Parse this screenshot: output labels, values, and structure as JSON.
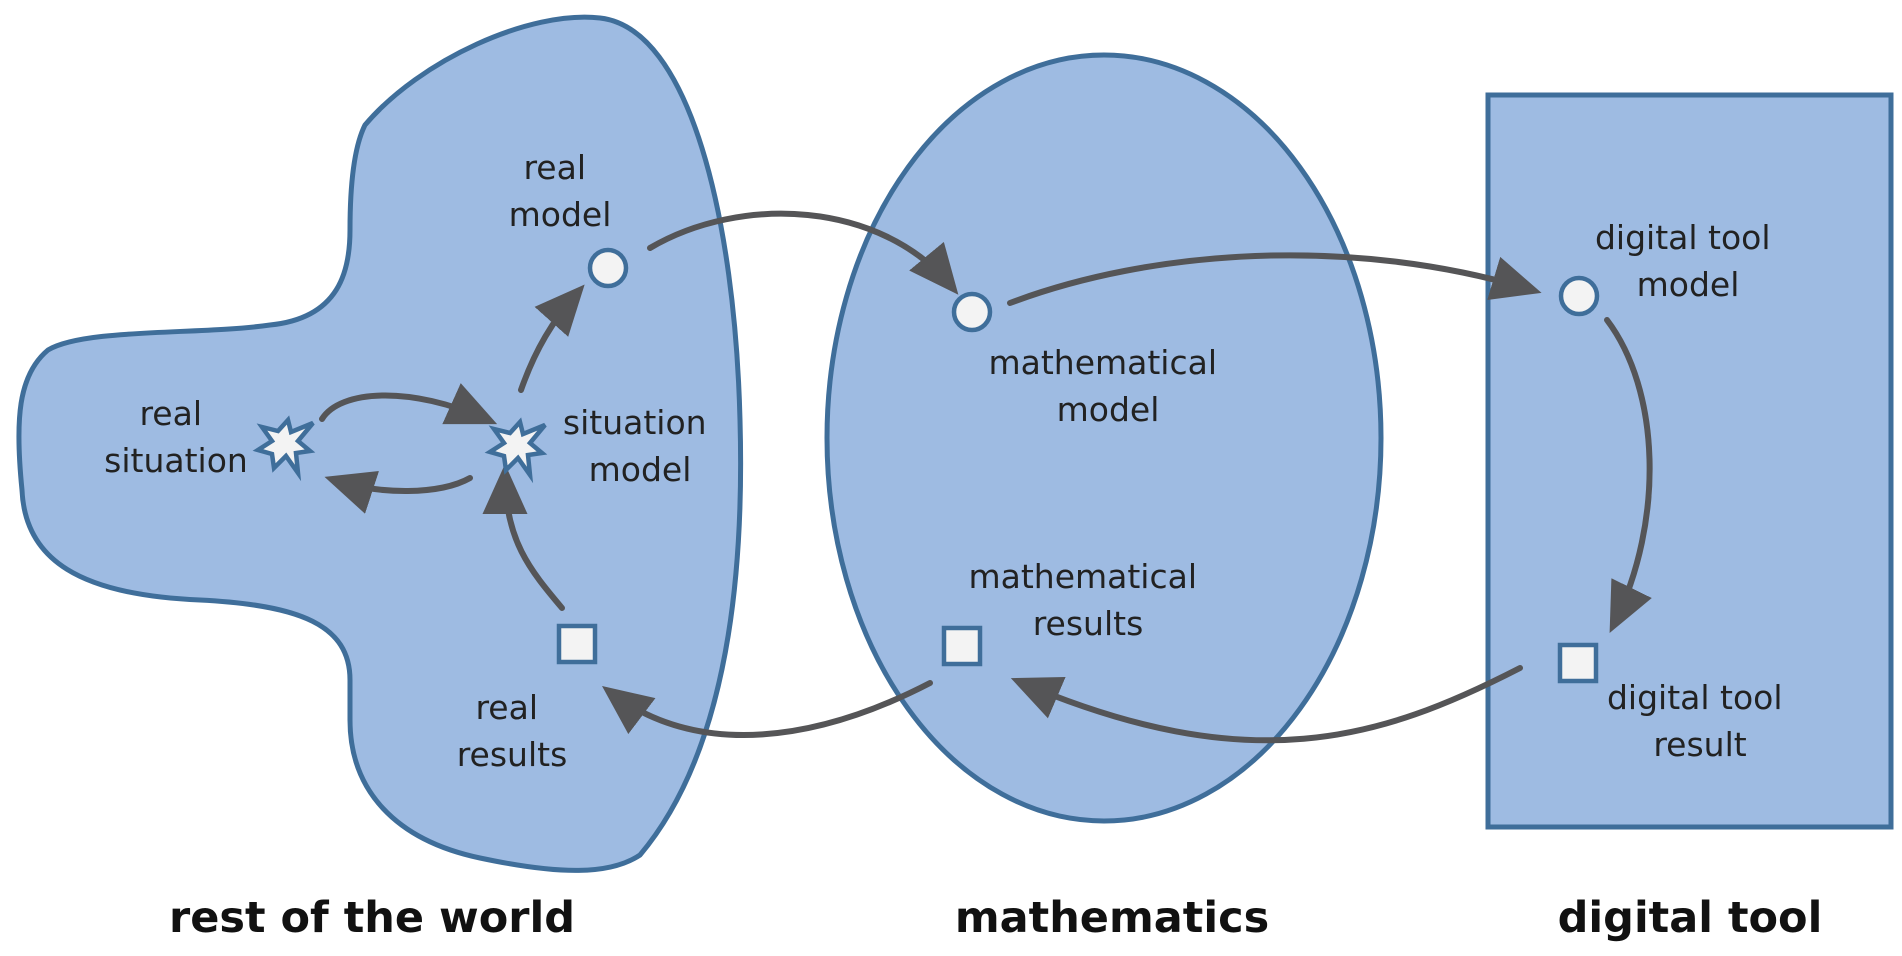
{
  "colors": {
    "region_fill": "#9ebbe2",
    "region_stroke": "#3f6e9a",
    "node_fill": "#f3f3f3",
    "arrow": "#555557"
  },
  "domains": {
    "rest_of_world": "rest of the world",
    "mathematics": "mathematics",
    "digital_tool": "digital tool"
  },
  "nodes": {
    "real_situation": {
      "line1": "real",
      "line2": "situation",
      "icon": "star-icon"
    },
    "situation_model": {
      "line1": "situation",
      "line2": "model",
      "icon": "star-icon"
    },
    "real_model": {
      "line1": "real",
      "line2": "model",
      "icon": "circle-icon"
    },
    "real_results": {
      "line1": "real",
      "line2": "results",
      "icon": "square-icon"
    },
    "mathematical_model": {
      "line1": "mathematical",
      "line2": "model",
      "icon": "circle-icon"
    },
    "mathematical_results": {
      "line1": "mathematical",
      "line2": "results",
      "icon": "square-icon"
    },
    "digital_tool_model": {
      "line1": "digital tool",
      "line2": "model",
      "icon": "circle-icon"
    },
    "digital_tool_result": {
      "line1": "digital tool",
      "line2": "result",
      "icon": "square-icon"
    }
  },
  "edges": [
    {
      "from": "real_situation",
      "to": "situation_model"
    },
    {
      "from": "situation_model",
      "to": "real_situation"
    },
    {
      "from": "situation_model",
      "to": "real_model"
    },
    {
      "from": "real_model",
      "to": "mathematical_model"
    },
    {
      "from": "mathematical_model",
      "to": "digital_tool_model"
    },
    {
      "from": "digital_tool_model",
      "to": "digital_tool_result"
    },
    {
      "from": "digital_tool_result",
      "to": "mathematical_results"
    },
    {
      "from": "mathematical_results",
      "to": "real_results"
    },
    {
      "from": "real_results",
      "to": "situation_model"
    }
  ]
}
